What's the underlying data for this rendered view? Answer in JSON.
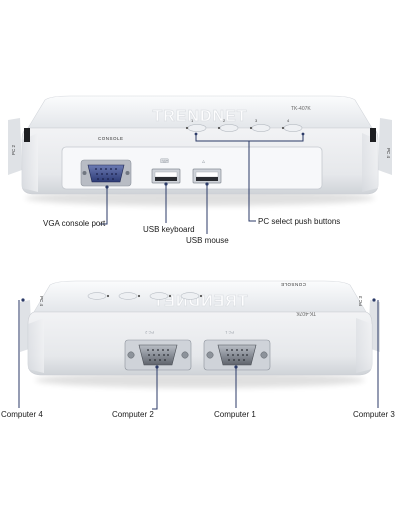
{
  "top_view": {
    "brand": "TRENDNET",
    "model": "TK-407K",
    "port_label": "CONSOLE",
    "button_numbers": [
      "1",
      "2",
      "3",
      "4"
    ],
    "side_left": "PC 2",
    "side_right": "PC 4"
  },
  "bottom_view": {
    "brand": "TRENDNET",
    "model": "TK-407K",
    "port_label": "CONSOLE",
    "connector_labels": [
      "PC 2",
      "PC 1"
    ],
    "side_left": "PC 4",
    "side_right": "PC 3"
  },
  "callouts": {
    "vga_console_port": "VGA console port",
    "usb_keyboard": "USB keyboard",
    "usb_mouse": "USB mouse",
    "pc_select_buttons": "PC select push buttons",
    "computer_4": "Computer 4",
    "computer_2": "Computer 2",
    "computer_1": "Computer 1",
    "computer_3": "Computer 3"
  },
  "colors": {
    "callout_line": "#2b3a67",
    "body_white": "#f4f5f7",
    "port_blue": "#3a4a8a"
  }
}
